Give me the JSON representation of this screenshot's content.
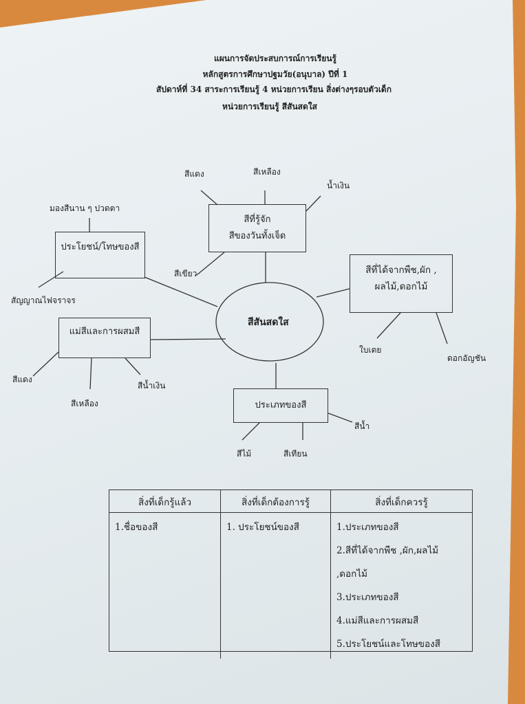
{
  "header": {
    "line1": "แผนการจัดประสบการณ์การเรียนรู้",
    "line2": "หลักสูตรการศึกษาปฐมวัย(อนุบาล)  ปีที่ 1",
    "line3": "สัปดาห์ที่ 34 สาระการเรียนรู้ 4     หน่วยการเรียน  สิ่งต่างๆรอบตัวเด็ก",
    "line4": "หน่วยการเรียนรู้ สีสันสดใส"
  },
  "mindmap": {
    "center": "สีสันสดใส",
    "known": {
      "line1": "สีที่รู้จัก",
      "line2": "สีของวันทั้งเจ็ด",
      "leaves": [
        "สีแดง",
        "สีเหลือง",
        "น้ำเงิน",
        "สีเขียว"
      ]
    },
    "benefit": {
      "label": "ประโยชน์/โทษของสี",
      "leaves": [
        "มองสีนาน ๆ ปวดตา",
        "สัญญาณไฟจราจร"
      ]
    },
    "plants": {
      "line1": "สีที่ได้จากพืช,ผัก ,",
      "line2": "ผลไม้,ดอกไม้",
      "leaves": [
        "ใบเตย",
        "ดอกอัญชัน"
      ]
    },
    "primary": {
      "label": "แม่สีและการผสมสี",
      "leaves": [
        "สีแดง",
        "สีเหลือง",
        "สีน้ำเงิน"
      ]
    },
    "types": {
      "label": "ประเภทของสี",
      "leaves": [
        "สีน้ำ",
        "สีไม้",
        "สีเทียน"
      ]
    }
  },
  "table": {
    "headers": [
      "สิ่งที่เด็กรู้แล้ว",
      "สิ่งที่เด็กต้องการรู้",
      "สิ่งที่เด็กควรรู้"
    ],
    "col1": [
      "1.ชื่อของสี"
    ],
    "col2": [
      "1. ประโยชน์ของสี"
    ],
    "col3": [
      "1.ประเภทของสี",
      "2.สีที่ได้จากพืช ,ผัก,ผลไม้",
      ",ดอกไม้",
      "3.ประเภทของสี",
      "4.แม่สีและการผสมสี",
      "5.ประโยชน์และโทษของสี"
    ]
  }
}
